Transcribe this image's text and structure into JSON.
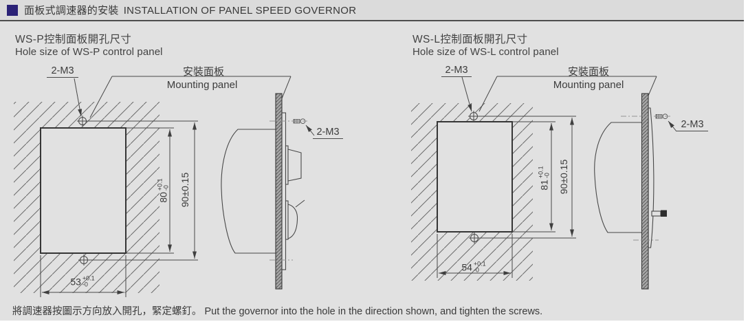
{
  "header": {
    "accent_color": "#2b2277",
    "title_zh": "面板式調速器的安裝",
    "title_en": "INSTALLATION OF PANEL SPEED GOVERNOR"
  },
  "diagrams": {
    "wsp": {
      "title_zh": "WS-P控制面板開孔尺寸",
      "title_en": "Hole size of WS-P control panel",
      "screw_callout": "2-M3",
      "panel_label_zh": "安裝面板",
      "panel_label_en": "Mounting panel",
      "side_screw_callout": "2-M3",
      "dim_hole_height": {
        "value": "80",
        "tol_plus": "+0.1",
        "tol_minus": "-0"
      },
      "dim_overall_height": "90±0.15",
      "dim_hole_width": {
        "value": "53",
        "tol_plus": "+0.1",
        "tol_minus": "-0"
      }
    },
    "wsl": {
      "title_zh": "WS-L控制面板開孔尺寸",
      "title_en": "Hole size of WS-L control panel",
      "screw_callout": "2-M3",
      "panel_label_zh": "安裝面板",
      "panel_label_en": "Mounting panel",
      "side_screw_callout": "2-M3",
      "dim_hole_height": {
        "value": "81",
        "tol_plus": "+0.1",
        "tol_minus": "-0"
      },
      "dim_overall_height": "90±0.15",
      "dim_hole_width": {
        "value": "54",
        "tol_plus": "+0.1",
        "tol_minus": "-0"
      }
    }
  },
  "footer": {
    "note_zh": "將調速器按圖示方向放入開孔，緊定螺釘。",
    "note_en": "Put the governor into the hole in the direction shown, and tighten the screws."
  }
}
